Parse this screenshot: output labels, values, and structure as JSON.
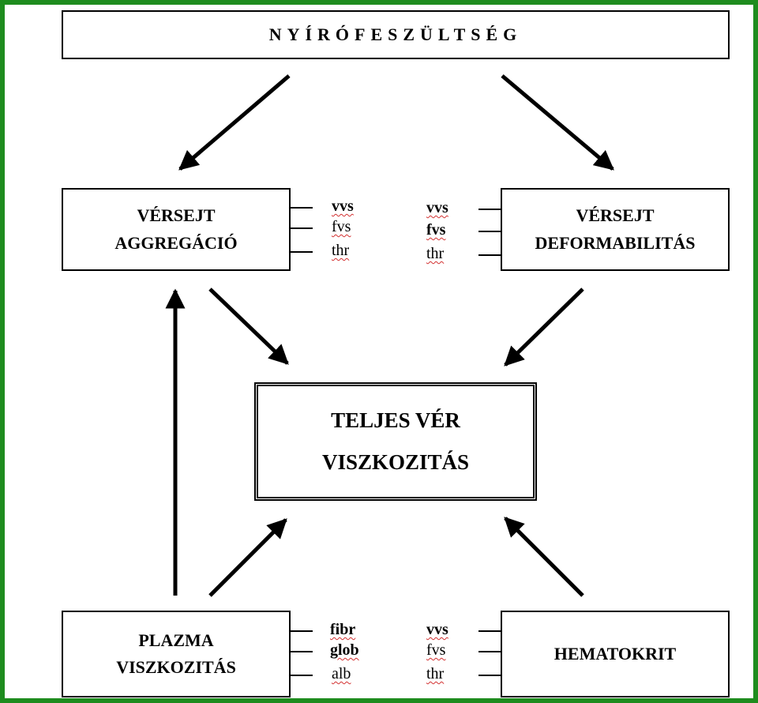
{
  "title": "NYÍRÓFESZÜLTSÉG",
  "nodes": {
    "red_cell_aggregation": [
      "VÉRSEJT",
      "AGGREGÁCIÓ"
    ],
    "red_cell_deformability": [
      "VÉRSEJT",
      "DEFORMABILITÁS"
    ],
    "whole_blood_viscosity": [
      "TELJES VÉR",
      "VISZKOZITÁS"
    ],
    "plasma_viscosity": [
      "PLAZMA",
      "VISZKOZITÁS"
    ],
    "hematocrit": "HEMATOKRIT"
  },
  "factors": {
    "aggregation": [
      {
        "text": "vvs",
        "bold": true
      },
      {
        "text": "fvs",
        "bold": false
      },
      {
        "text": "thr",
        "bold": false
      }
    ],
    "deformability": [
      {
        "text": "vvs",
        "bold": true
      },
      {
        "text": "fvs",
        "bold": true
      },
      {
        "text": "thr",
        "bold": false
      }
    ],
    "plasma": [
      {
        "text": "fibr",
        "bold": true
      },
      {
        "text": "glob",
        "bold": true
      },
      {
        "text": "alb",
        "bold": false
      }
    ],
    "hematocrit": [
      {
        "text": "vvs",
        "bold": true
      },
      {
        "text": "fvs",
        "bold": false
      },
      {
        "text": "thr",
        "bold": false
      }
    ]
  },
  "colors": {
    "frame": "#1e8c1e",
    "spell_underline": "#d23030",
    "ink": "#000000"
  }
}
